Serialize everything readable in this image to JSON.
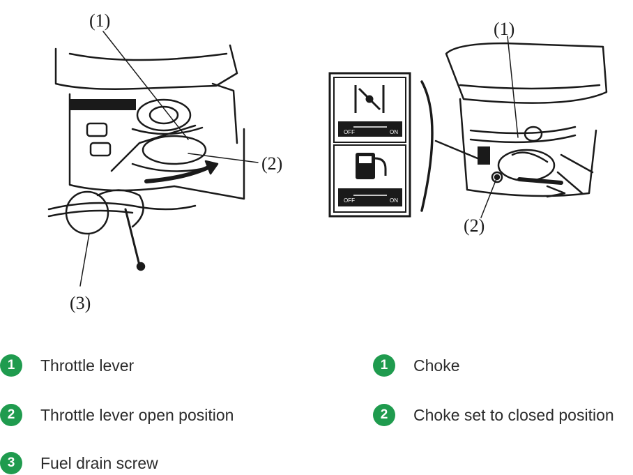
{
  "colors": {
    "badge": "#1f9b4e",
    "ink": "#1a1a1a",
    "paper": "#ffffff"
  },
  "left_diagram": {
    "callouts": [
      "(1)",
      "(2)",
      "(3)"
    ]
  },
  "right_diagram": {
    "callouts": [
      "(1)",
      "(2)"
    ],
    "decal": {
      "top_off": "OFF",
      "top_on": "ON",
      "bottom_off": "OFF",
      "bottom_on": "ON",
      "top_icon": "choke-lever-icon",
      "bottom_icon": "fuel-pump-icon"
    }
  },
  "legend_left": [
    {
      "num": "1",
      "text": "Throttle lever"
    },
    {
      "num": "2",
      "text": "Throttle lever open position"
    },
    {
      "num": "3",
      "text": "Fuel drain screw"
    }
  ],
  "legend_right": [
    {
      "num": "1",
      "text": "Choke"
    },
    {
      "num": "2",
      "text": "Choke set to closed position"
    }
  ]
}
